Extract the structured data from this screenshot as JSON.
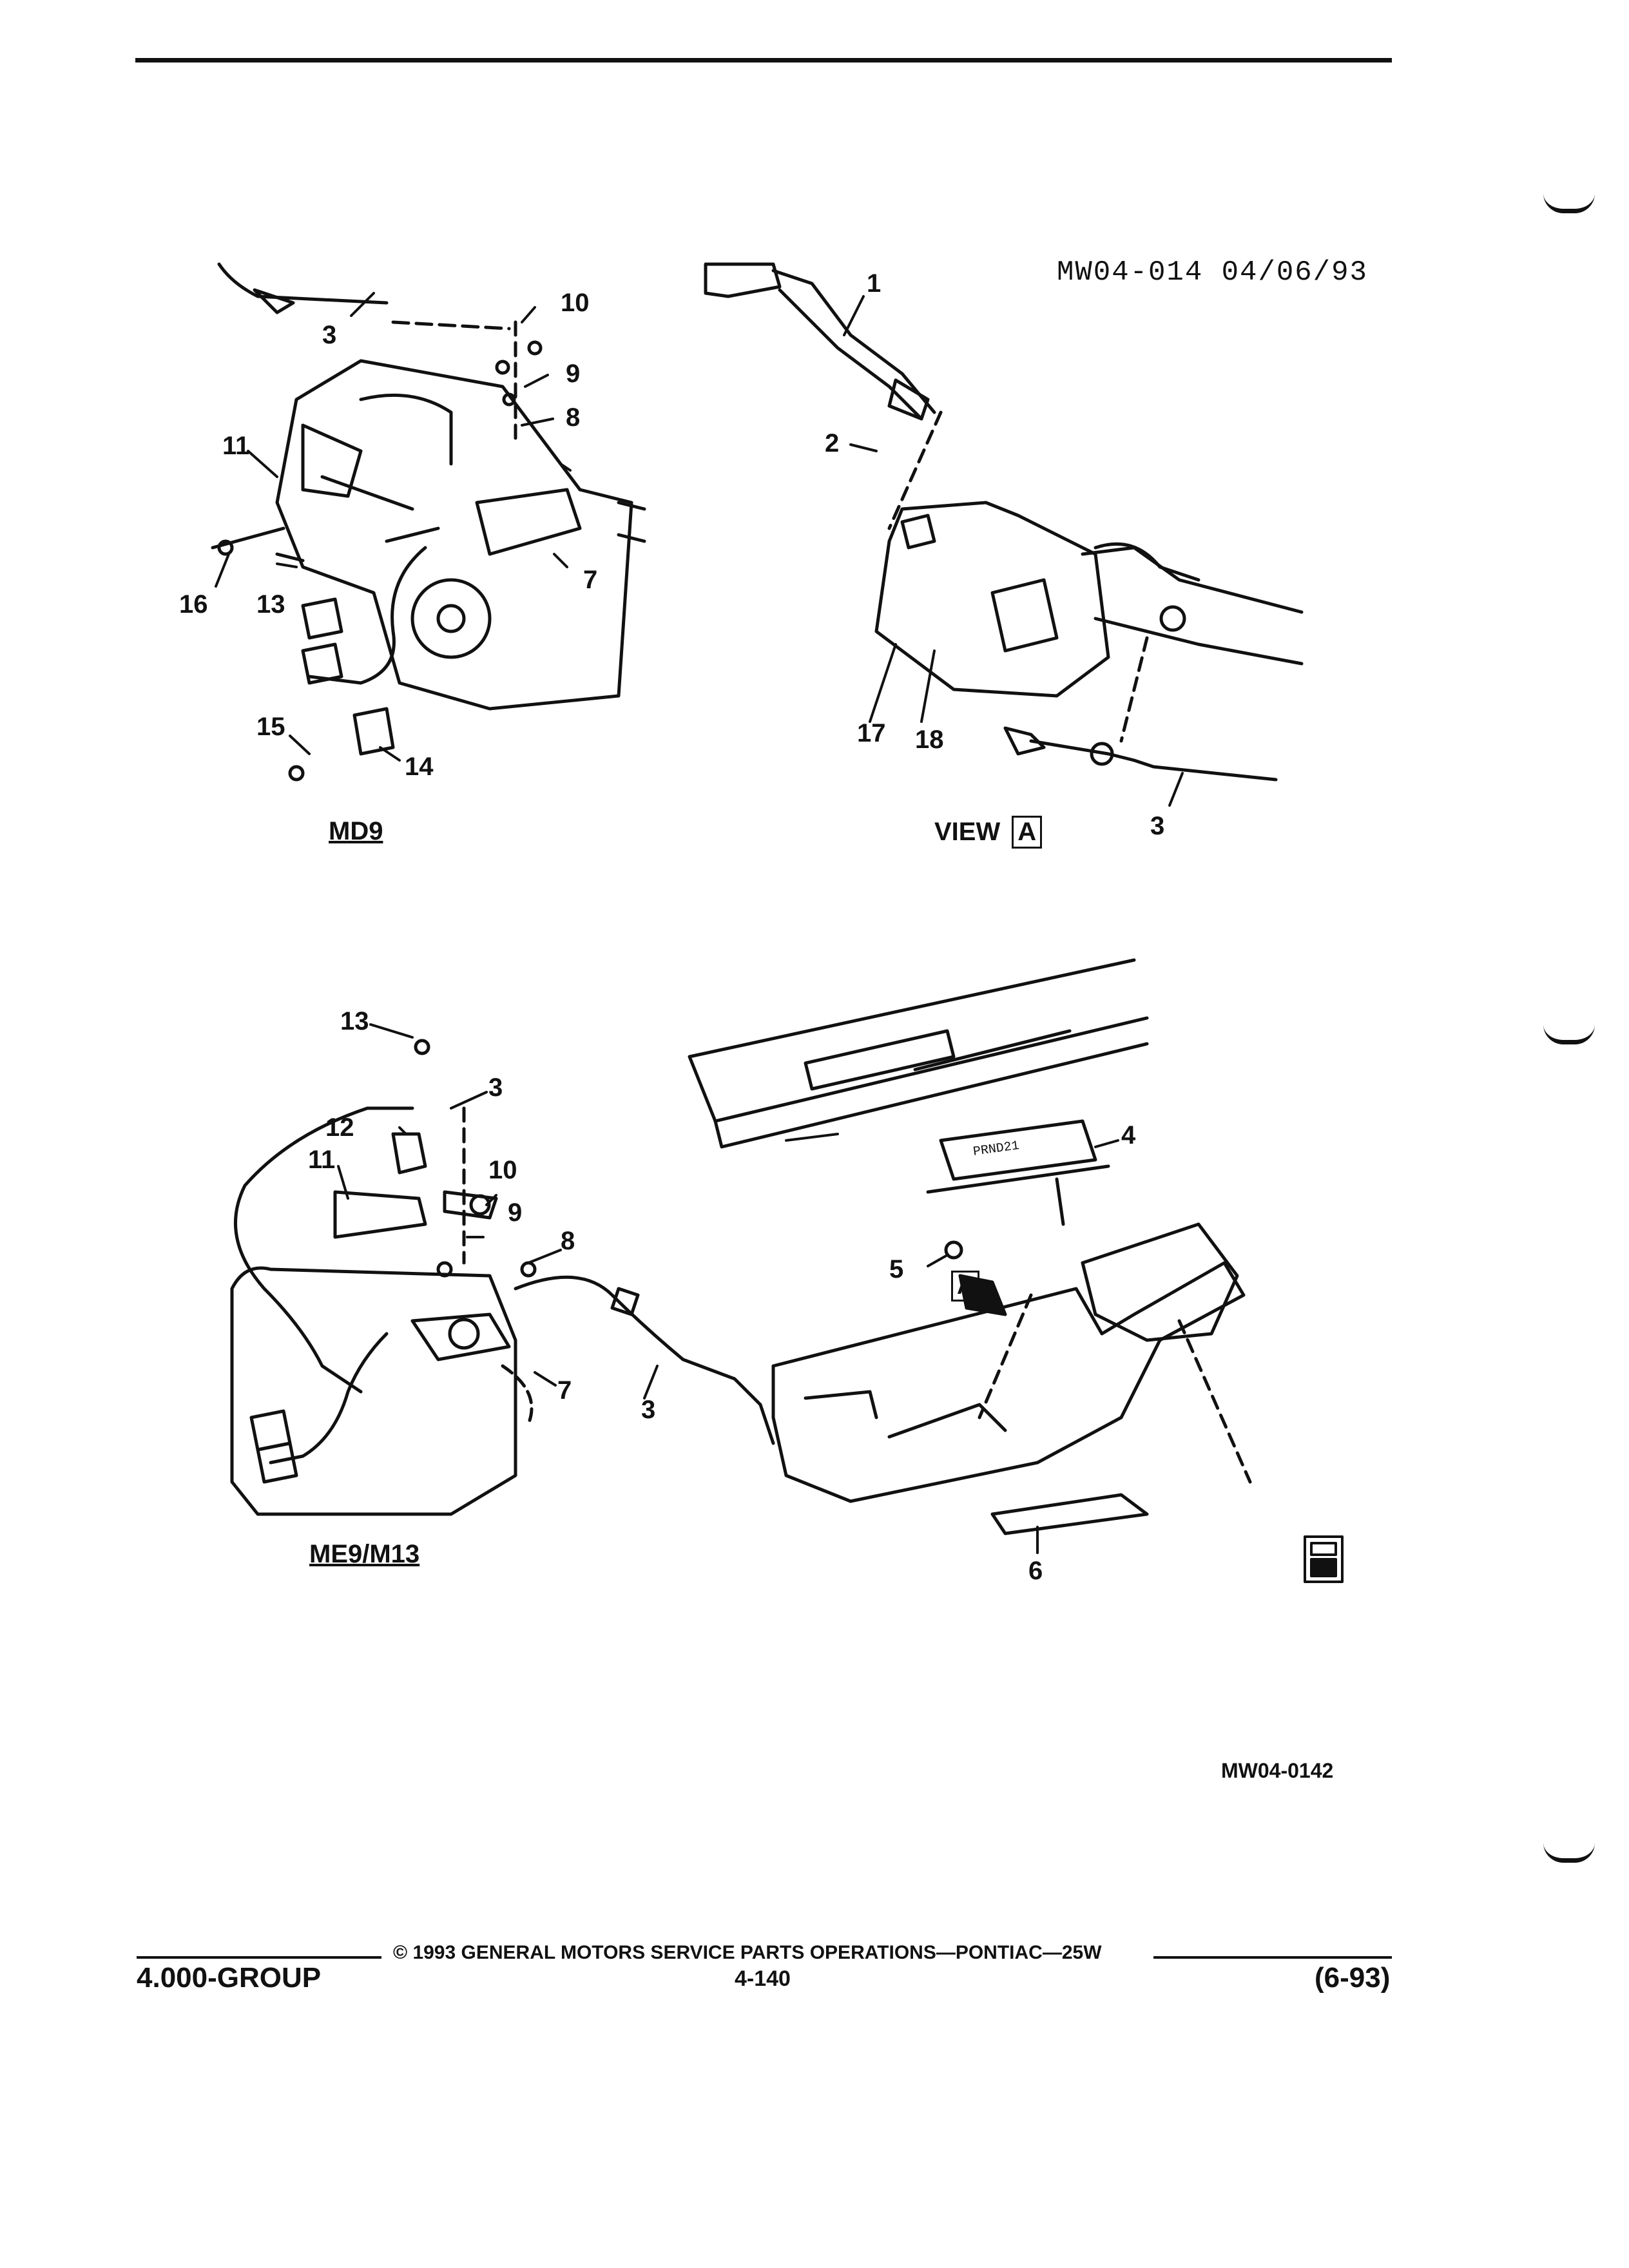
{
  "header": {
    "ident": "MW04-014 04/06/93"
  },
  "figures": {
    "md9": {
      "caption": "MD9",
      "callouts": {
        "c3": "3",
        "c7": "7",
        "c8": "8",
        "c9": "9",
        "c10": "10",
        "c11": "11",
        "c13": "13",
        "c14": "14",
        "c15": "15",
        "c16": "16"
      }
    },
    "view_a": {
      "caption_word": "VIEW",
      "caption_box": "A",
      "callouts": {
        "c1": "1",
        "c2": "2",
        "c3": "3",
        "c17": "17",
        "c18": "18"
      }
    },
    "me9": {
      "caption": "ME9/M13",
      "callouts": {
        "c3a": "3",
        "c3b": "3",
        "c7": "7",
        "c8": "8",
        "c9": "9",
        "c10": "10",
        "c11": "11",
        "c12": "12",
        "c13": "13"
      }
    },
    "console": {
      "callouts": {
        "c4": "4",
        "c5": "5",
        "c6": "6"
      },
      "arrow_box": "A",
      "indicator_text": "PRND21"
    }
  },
  "art_number": "MW04-0142",
  "footer": {
    "copyright": "© 1993 GENERAL MOTORS SERVICE PARTS OPERATIONS—PONTIAC—25W",
    "group": "4.000-GROUP",
    "page": "4-140",
    "date": "(6-93)"
  }
}
